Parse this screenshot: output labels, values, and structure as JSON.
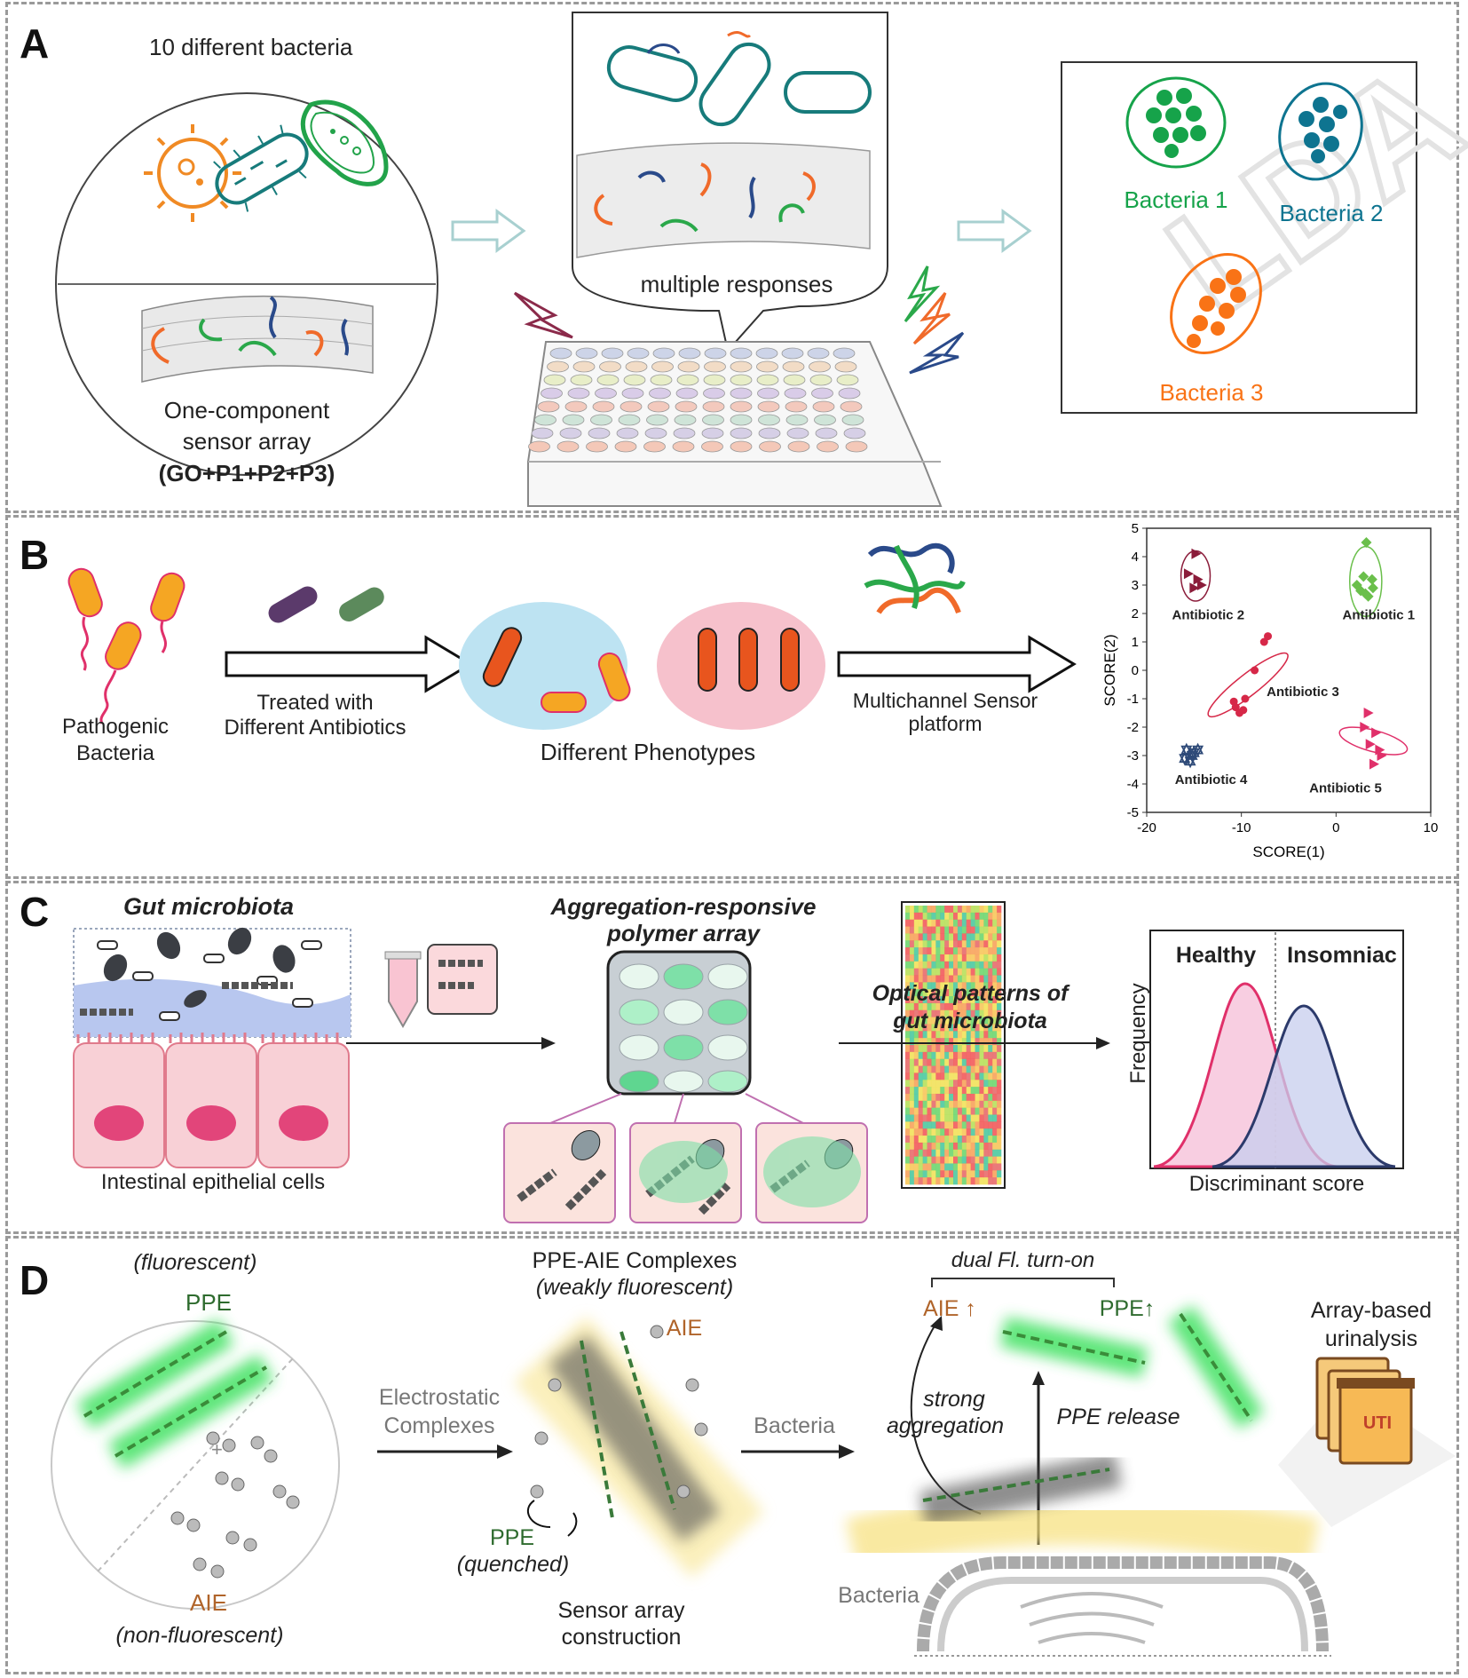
{
  "panelA": {
    "label": "A",
    "title": "10 different bacteria",
    "sensor_line1": "One-component",
    "sensor_line2": "sensor array",
    "sensor_formula": "(GO+P1+P2+P3)",
    "responses": "multiple responses",
    "watermark": "LDA",
    "clusters": [
      {
        "label": "Bacteria 1",
        "color": "#16a34a"
      },
      {
        "label": "Bacteria 2",
        "color": "#0e7490"
      },
      {
        "label": "Bacteria 3",
        "color": "#f97316"
      }
    ]
  },
  "panelB": {
    "label": "B",
    "pathogenic_line1": "Pathogenic",
    "pathogenic_line2": "Bacteria",
    "treated_line1": "Treated with",
    "treated_line2": "Different Antibiotics",
    "phenotypes": "Different Phenotypes",
    "sensor_line1": "Multichannel Sensor",
    "sensor_line2": "platform"
  },
  "chart_data": {
    "type": "scatter",
    "title": "",
    "xlabel": "SCORE(1)",
    "ylabel": "SCORE(2)",
    "xlim": [
      -20,
      10
    ],
    "ylim": [
      -5,
      5
    ],
    "xticks": [
      -20,
      -10,
      0,
      10
    ],
    "yticks": [
      5,
      4,
      3,
      2,
      1,
      0,
      -1,
      -2,
      -3,
      -4,
      -5
    ],
    "series": [
      {
        "name": "Antibiotic 1",
        "color": "#6abf4b",
        "marker": "diamond",
        "x": [
          3.2,
          2.6,
          3.9,
          2.2,
          3.4,
          3.8,
          2.9,
          3.1
        ],
        "y": [
          4.5,
          2.8,
          2.9,
          3.0,
          2.6,
          3.2,
          3.3,
          2.7
        ]
      },
      {
        "name": "Antibiotic 2",
        "color": "#8b1c3a",
        "marker": "triangle",
        "x": [
          -14.8,
          -15.6,
          -14.2,
          -15.0,
          -14.6
        ],
        "y": [
          4.1,
          3.4,
          3.0,
          2.9,
          3.2
        ]
      },
      {
        "name": "Antibiotic 3",
        "color": "#d62848",
        "marker": "circle",
        "x": [
          -7.2,
          -7.6,
          -8.6,
          -9.6,
          -10.6,
          -10.2,
          -10.8,
          -9.8
        ],
        "y": [
          1.2,
          1.0,
          0.0,
          -1.0,
          -1.3,
          -1.5,
          -1.1,
          -1.4
        ]
      },
      {
        "name": "Antibiotic 4",
        "color": "#2e4a78",
        "marker": "star",
        "x": [
          -15.8,
          -15.0,
          -15.4,
          -14.6,
          -16.0,
          -15.2
        ],
        "y": [
          -2.8,
          -2.9,
          -3.2,
          -2.8,
          -3.1,
          -3.0
        ]
      },
      {
        "name": "Antibiotic 5",
        "color": "#e0306a",
        "marker": "triangle",
        "x": [
          3.4,
          3.0,
          4.2,
          3.6,
          4.6,
          4.0,
          4.8
        ],
        "y": [
          -1.5,
          -2.0,
          -2.2,
          -2.6,
          -2.8,
          -3.3,
          -3.0
        ]
      }
    ]
  },
  "panelC": {
    "label": "C",
    "gut": "Gut microbiota",
    "epithelial": "Intestinal epithelial cells",
    "array_line1": "Aggregation-responsive",
    "array_line2": "polymer array",
    "optical_line1": "Optical patterns of",
    "optical_line2": "gut microbiota",
    "healthy": "Healthy",
    "insomniac": "Insomniac",
    "freq": "Frequency",
    "score": "Discriminant score"
  },
  "panelD": {
    "label": "D",
    "fluorescent": "(fluorescent)",
    "ppe": "PPE",
    "aie": "AIE",
    "nonfluor": "(non-fluorescent)",
    "electro_line1": "Electrostatic",
    "electro_line2": "Complexes",
    "complex_line1": "PPE-AIE Complexes",
    "complex_line2": "(weakly fluorescent)",
    "aie2": "AIE",
    "ppe2": "PPE",
    "quenched": "(quenched)",
    "construct_line1": "Sensor array",
    "construct_line2": "construction",
    "bacteria_arrow": "Bacteria",
    "dual": "dual Fl. turn-on",
    "aie_up": "AIE",
    "ppe_up": "PPE",
    "strong_line1": "strong",
    "strong_line2": "aggregation",
    "release": "PPE release",
    "bacteria_lbl": "Bacteria",
    "urin_line1": "Array-based",
    "urin_line2": "urinalysis",
    "uti": "UTI"
  }
}
